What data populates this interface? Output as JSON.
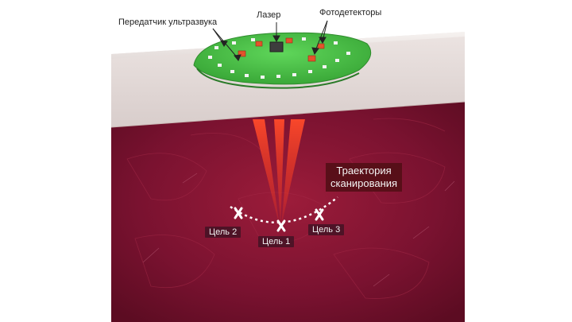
{
  "labels": {
    "ultrasound": "Передатчик ультразвука",
    "laser": "Лазер",
    "photodetectors": "Фотодетекторы",
    "trajectory_line1": "Траектория",
    "trajectory_line2": "сканирования",
    "target1": "Цель 1",
    "target2": "Цель 2",
    "target3": "Цель 3"
  },
  "colors": {
    "tissue": "#7d1330",
    "skin": "#f1ecea",
    "device": "#4cc443",
    "laser_beam": "#e0301e"
  }
}
